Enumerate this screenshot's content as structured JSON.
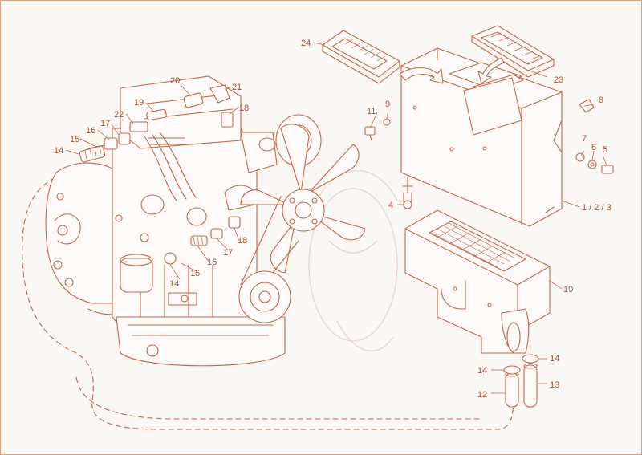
{
  "diagram": {
    "callouts": {
      "c1_2_3": "1 / 2 / 3",
      "c4": "4",
      "c5": "5",
      "c6": "6",
      "c7": "7",
      "c8": "8",
      "c9": "9",
      "c10": "10",
      "c11": "11",
      "c12": "12",
      "c13": "13",
      "c14_left": "14",
      "c14_lower": "14",
      "c14_right_a": "14",
      "c14_right_b": "14",
      "c15_left": "15",
      "c15_lower": "15",
      "c16_left": "16",
      "c16_lower": "16",
      "c17_left": "17",
      "c17_lower": "17",
      "c18_upper": "18",
      "c18_lower": "18",
      "c19": "19",
      "c20": "20",
      "c21": "21",
      "c22": "22",
      "c23": "23",
      "c24": "24"
    },
    "colors": {
      "line": "#c0674a",
      "label": "#a8502f",
      "background": "#fbf7f3",
      "frame": "#d9a287"
    }
  }
}
